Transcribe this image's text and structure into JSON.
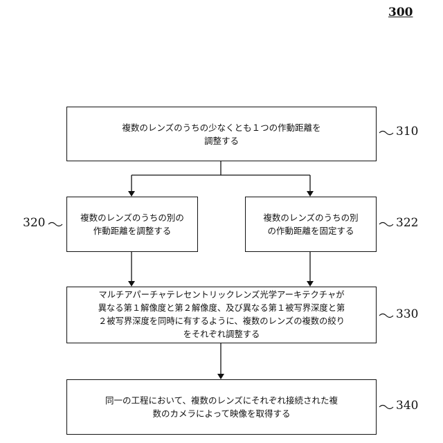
{
  "figure_number": "300",
  "steps": {
    "s310": {
      "line1": "複数のレンズのうちの少なくとも１つの作動距離を",
      "line2": "調整する",
      "ref": "310"
    },
    "s320": {
      "line1": "複数のレンズのうちの別の",
      "line2": "作動距離を調整する",
      "ref": "320"
    },
    "s322": {
      "line1": "複数のレンズのうちの別",
      "line2": "の作動距離を固定する",
      "ref": "322"
    },
    "s330": {
      "line1": "マルチアパーチャテレセントリックレンズ光学アーキテクチャが",
      "line2": "異なる第１解像度と第２解像度、及び異なる第１被写界深度と第",
      "line3": "２被写界深度を同時に有するように、複数のレンズの複数の絞り",
      "line4": "をそれぞれ調整する",
      "ref": "330"
    },
    "s340": {
      "line1": "同一の工程において、複数のレンズにそれぞれ接続された複",
      "line2": "数のカメラによって映像を取得する",
      "ref": "340"
    }
  },
  "colors": {
    "line": "#111111",
    "background": "#ffffff"
  }
}
